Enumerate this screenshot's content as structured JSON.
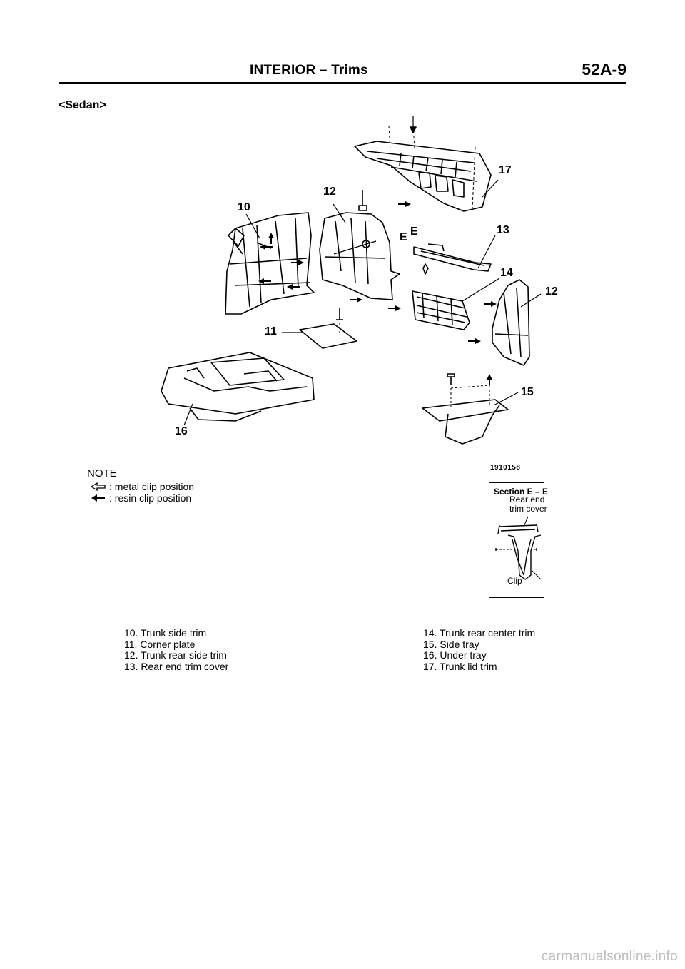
{
  "header": {
    "title": "INTERIOR – Trims",
    "page_number": "52A-9"
  },
  "variant": "<Sedan>",
  "figure": {
    "callouts": {
      "c10": "10",
      "c11": "11",
      "c12a": "12",
      "c12b": "12",
      "c13": "13",
      "c14": "14",
      "c15": "15",
      "c16": "16",
      "c17": "17",
      "eLeft": "E",
      "eRight": "E"
    },
    "code": "1910158"
  },
  "note": {
    "title": "NOTE",
    "items": [
      {
        "symbol": "outline-arrow-icon",
        "text": ": metal clip position"
      },
      {
        "symbol": "solid-arrow-icon",
        "text": ": resin clip position"
      }
    ]
  },
  "section": {
    "title": "Section E – E",
    "label_top_1": "Rear end",
    "label_top_2": "trim cover",
    "label_clip": "Clip"
  },
  "legend": {
    "left": [
      "10. Trunk side trim",
      "11. Corner plate",
      "12. Trunk rear side trim",
      "13. Rear end trim cover"
    ],
    "right": [
      "14. Trunk rear center trim",
      "15. Side tray",
      "16. Under tray",
      "17. Trunk lid trim"
    ]
  },
  "watermark": "carmanualsonline.info"
}
